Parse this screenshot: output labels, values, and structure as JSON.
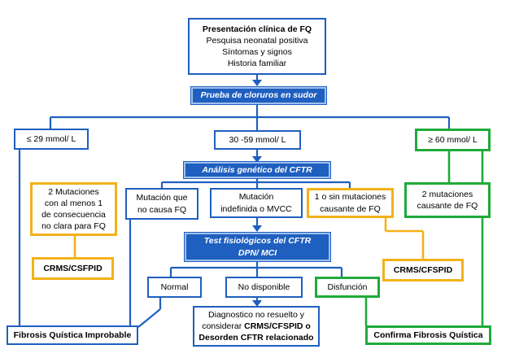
{
  "nodes": {
    "presentacion": {
      "title": "Presentación clínica de FQ",
      "lines": [
        "Pesquisa neonatal positiva",
        "Síntomas y signos",
        "Historia familiar"
      ]
    },
    "prueba": "Prueba de cloruros en sudor",
    "le29": "≤ 29 mmol/ L",
    "mid": "30 -59 mmol/ L",
    "ge60": "≥ 60 mmol/ L",
    "analisis": "Análisis genético del CFTR",
    "dos_mut_left": [
      "2 Mutaciones",
      "con al menos 1",
      "de consecuencia",
      "no clara para FQ"
    ],
    "mut_no_causa": [
      "Mutación que",
      "no causa FQ"
    ],
    "mut_indef": [
      "Mutación",
      "indefinida o MVCC"
    ],
    "uno_sin_mut": [
      "1 o sin mutaciones",
      "causante de  FQ"
    ],
    "dos_mut_right": [
      "2 mutaciones",
      "causante de FQ"
    ],
    "test_fisio": [
      "Test fisiológicos del CFTR",
      "DPN/ MCI"
    ],
    "crms_left": "CRMS/CSFPID",
    "crms_right": "CRMS/CFSPID",
    "normal": "Normal",
    "no_disponible": "No disponible",
    "disfuncion": "Disfunción",
    "diagnostico": {
      "line1": "Diagnostico no resuelto y",
      "line2_prefix": "considerar ",
      "line2_bold": "CRMS/CFSPID o",
      "line3": "Desorden CFTR relacionado"
    },
    "fibrosis_improbable": "Fibrosis Quística Improbable",
    "confirma_fibrosis": "Confirma Fibrosis Quística"
  },
  "colors": {
    "blue": "#1f5fbf",
    "yellow": "#f2b21a",
    "green": "#1faa3a"
  }
}
